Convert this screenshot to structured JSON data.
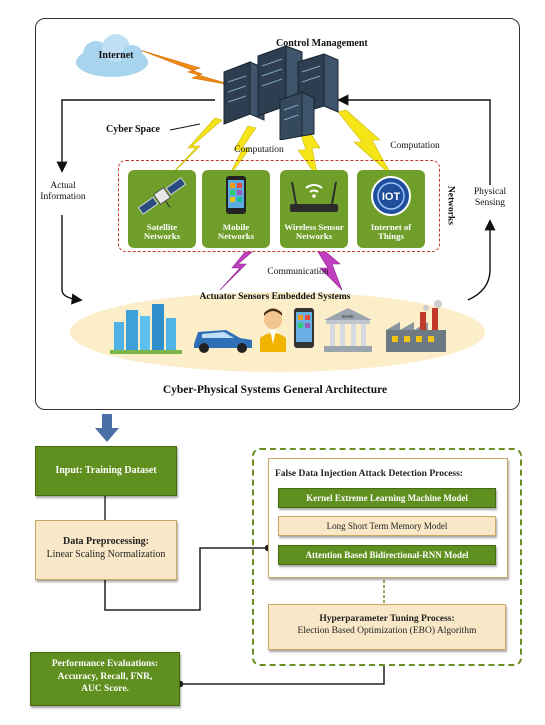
{
  "cps": {
    "internet": "Internet",
    "control_management": "Control Management",
    "cyber_space": "Cyber Space",
    "computation_left": "Computation",
    "computation_right": "Computation",
    "actual_information": "Actual Information",
    "physical_sensing": "Physical Sensing",
    "networks_side": "Networks",
    "network_cards": [
      {
        "label": "Satellite Networks",
        "icon": "satellite-icon"
      },
      {
        "label": "Mobile Networks",
        "icon": "mobile-phone-icon"
      },
      {
        "label": "Wireless Sensor Networks",
        "icon": "wifi-router-icon"
      },
      {
        "label": "Internet of Things",
        "icon": "iot-icon"
      }
    ],
    "communication": "Communication",
    "actuator_title": "Actuator Sensors Embedded Systems",
    "bank_sign": "BANK",
    "caption": "Cyber-Physical Systems General Architecture"
  },
  "flow": {
    "input": "Input: Training Dataset",
    "preprocess_title": "Data Preprocessing:",
    "preprocess_sub": "Linear Scaling Normalization",
    "fdia_title": "False Data Injection Attack Detection Process:",
    "models": [
      {
        "label": "Kernel Extreme Learning Machine Model",
        "style": "green"
      },
      {
        "label": "Long Short Term Memory Model",
        "style": "cream"
      },
      {
        "label": "Attention Based Bidirectional-RNN Model",
        "style": "green"
      }
    ],
    "hyper_title": "Hyperparameter Tuning Process:",
    "hyper_sub": "Election Based Optimization (EBO) Algorithm",
    "perf_line1": "Performance Evaluations:",
    "perf_line2": "Accuracy, Recall, FNR,",
    "perf_line3": "AUC Score."
  },
  "colors": {
    "green": "#5f8f1f",
    "cream": "#f8e8c8",
    "lightning_yellow": "#f5e418",
    "lightning_orange": "#f08a12",
    "lightning_purple": "#c040c0",
    "network_border": "#c0392b"
  }
}
